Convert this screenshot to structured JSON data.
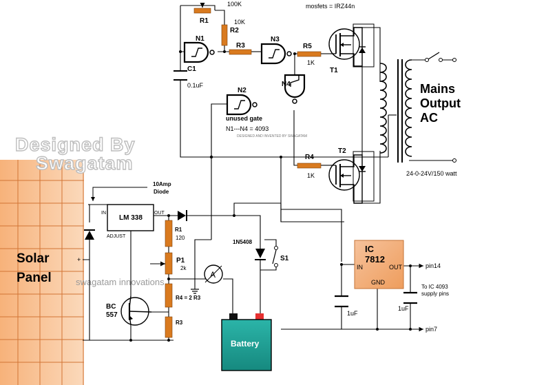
{
  "watermark": {
    "line1": "Designed By",
    "line2": "Swagatam",
    "footer": "swagatam innovations",
    "center": "DESIGNED AND INVENTED BY SWAGATAM"
  },
  "labels": {
    "mosfets": "mosfets = IRZ44n",
    "mains_line1": "Mains",
    "mains_line2": "Output",
    "mains_line3": "AC",
    "transformer": "24-0-24V/150 watt",
    "gates_note": "N1---N4 = 4093",
    "unused_gate": "unused gate",
    "diode_line1": "10Amp",
    "diode_line2": "Diode",
    "solar_line1": "Solar",
    "solar_line2": "Panel",
    "battery": "Battery",
    "to_ic_line1": "To IC 4093",
    "to_ic_line2": "supply pins"
  },
  "components": {
    "R1": "R1",
    "R1_val": "100K",
    "R2": "R2",
    "R2_val": "10K",
    "R3": "R3",
    "R5": "R5",
    "R5_val": "1K",
    "R4": "R4",
    "R4_val": "1K",
    "C1": "C1",
    "C1_val": "0.1uF",
    "N1": "N1",
    "N2": "N2",
    "N3": "N3",
    "N4": "N4",
    "T1": "T1",
    "T2": "T2",
    "lm338": "LM 338",
    "lm_in": "IN",
    "lm_out": "OUT",
    "lm_adjust": "ADJUST",
    "reg_r1": "R1",
    "reg_r1_val": "120",
    "p1": "P1",
    "p1_val": "2k",
    "r4_eq": "R4 = 2 R3",
    "r3b": "R3",
    "bc_line1": "BC",
    "bc_line2": "557",
    "diode_1n": "1N5408",
    "s1": "S1",
    "ammeter": "A",
    "ic_line1": "IC",
    "ic_line2": "7812",
    "ic_in": "IN",
    "ic_out": "OUT",
    "ic_gnd": "GND",
    "cap_left": "1uF",
    "cap_right": "1uF",
    "pin14": "pin14",
    "pin7": "pin7"
  },
  "colors": {
    "resistor": "#d97a1f",
    "solar": "#f3a66b",
    "ic": "#f2b483",
    "battery": "#21a399",
    "pos_terminal": "#e53030"
  }
}
